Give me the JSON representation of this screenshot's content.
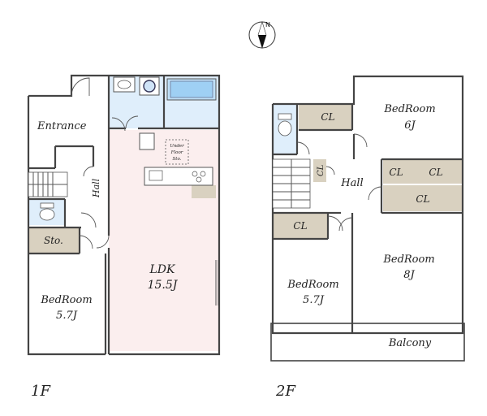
{
  "north_mark": "N",
  "floor1": {
    "label": "1F",
    "rooms": {
      "entrance": "Entrance",
      "hall": "Hall",
      "storage": "Sto.",
      "bedroom_name": "BedRoom",
      "bedroom_size": "5.7J",
      "ldk_name": "LDK",
      "ldk_size": "15.5J",
      "underfloor_line1": "Under",
      "underfloor_line2": "Floor",
      "underfloor_line3": "Sto."
    }
  },
  "floor2": {
    "label": "2F",
    "rooms": {
      "hall": "Hall",
      "cl": "CL",
      "bedroom_ne_name": "BedRoom",
      "bedroom_ne_size": "6J",
      "bedroom_se_name": "BedRoom",
      "bedroom_se_size": "8J",
      "bedroom_sw_name": "BedRoom",
      "bedroom_sw_size": "5.7J",
      "balcony": "Balcony"
    }
  },
  "colors": {
    "ldk_floor": "#fbeeee",
    "wet_area": "#dfeefb",
    "closet": "#d9d1c0",
    "wall": "#444444"
  }
}
